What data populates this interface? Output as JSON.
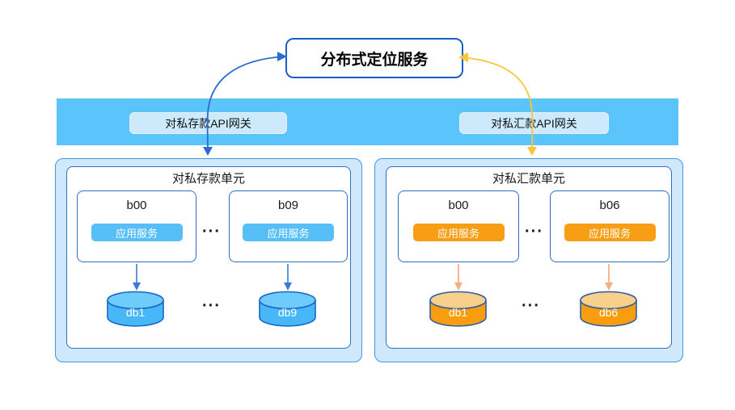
{
  "service": {
    "title": "分布式定位服务"
  },
  "gateways": {
    "deposit": "对私存款API网关",
    "remit": "对私汇款API网关"
  },
  "units": {
    "deposit": {
      "title": "对私存款单元",
      "nodes": [
        {
          "name": "b00",
          "service": "应用服务"
        },
        {
          "name": "b09",
          "service": "应用服务"
        }
      ],
      "node_ellipsis": "···",
      "dbs": [
        "db1",
        "db9"
      ],
      "db_ellipsis": "···"
    },
    "remit": {
      "title": "对私汇款单元",
      "nodes": [
        {
          "name": "b00",
          "service": "应用服务"
        },
        {
          "name": "b06",
          "service": "应用服务"
        }
      ],
      "node_ellipsis": "···",
      "dbs": [
        "db1",
        "db6"
      ],
      "db_ellipsis": "···"
    }
  },
  "colors": {
    "band": "#5BC4FB",
    "gateway_chip": "#CDE9FC",
    "blue_accent": "#2E6BD0",
    "yellow_accent": "#FCC437",
    "pill_blue": "#57BFF8",
    "pill_orange": "#F89E15",
    "db_blue_body": "#47B7F8",
    "db_blue_lid": "#6FCBFA",
    "db_orange_body": "#F89C10",
    "db_orange_lid": "#F8CF8B",
    "container_fill": "#CFE8FC"
  }
}
